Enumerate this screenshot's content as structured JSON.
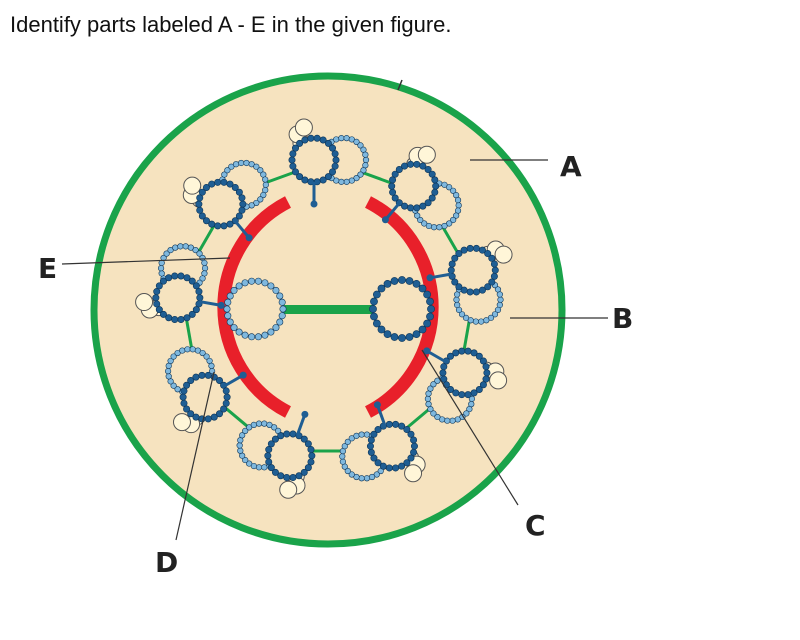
{
  "question": "Identify parts labeled A - E in the given figure.",
  "labels": {
    "a": "A",
    "b": "B",
    "c": "C",
    "d": "D",
    "e": "E"
  },
  "colors": {
    "membrane": "#1aa34a",
    "cytoplasm": "#f6e3bf",
    "arc": "#e8202a",
    "tubule_dark": "#1f5e93",
    "tubule_light": "#7fb8de",
    "arm": "#fff6d8"
  }
}
